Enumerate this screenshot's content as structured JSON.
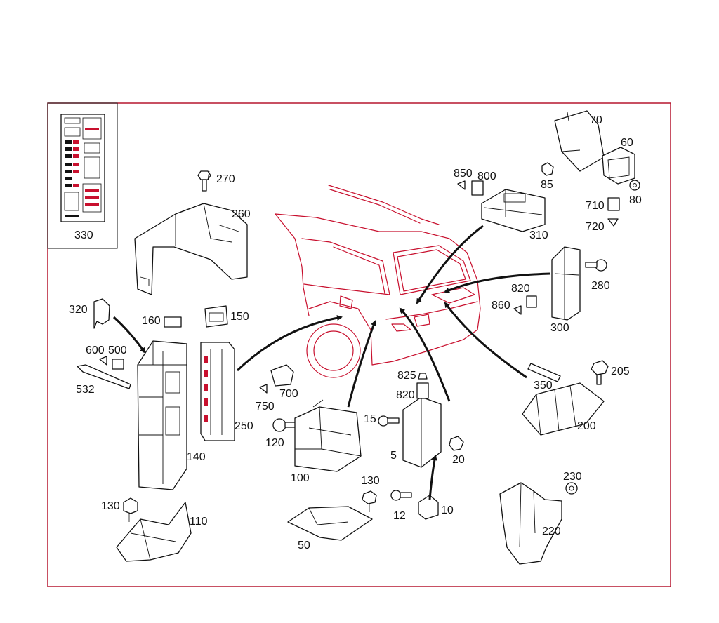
{
  "colors": {
    "frame": "#b5162f",
    "car_outline": "#c8102e",
    "ink": "#111111"
  },
  "callouts": {
    "p5": "5",
    "p10": "10",
    "p12": "12",
    "p15": "15",
    "p20": "20",
    "p50": "50",
    "p60": "60",
    "p70": "70",
    "p80": "80",
    "p85": "85",
    "p100": "100",
    "p110": "110",
    "p120": "120",
    "p130a": "130",
    "p130b": "130",
    "p140": "140",
    "p150": "150",
    "p160": "160",
    "p200": "200",
    "p205": "205",
    "p220": "220",
    "p230": "230",
    "p250": "250",
    "p260": "260",
    "p270": "270",
    "p280": "280",
    "p300": "300",
    "p310": "310",
    "p320": "320",
    "p330": "330",
    "p350": "350",
    "p500": "500",
    "p532": "532",
    "p600": "600",
    "p700": "700",
    "p710": "710",
    "p720": "720",
    "p750": "750",
    "p800": "800",
    "p820a": "820",
    "p820b": "820",
    "p825": "825",
    "p850": "850",
    "p860": "860"
  }
}
